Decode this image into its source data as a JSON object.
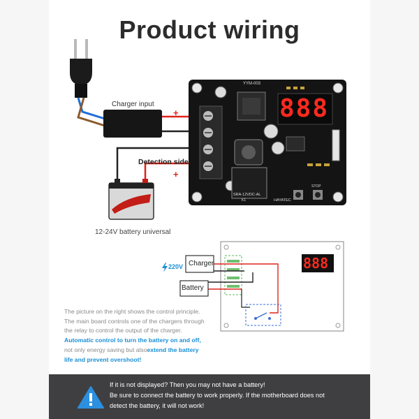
{
  "title": "Product wiring",
  "labels": {
    "charger_input": "Charger input",
    "detection_side": "Detection side",
    "battery_universal": "12-24V battery universal",
    "voltage": "220V",
    "charger_box": "Charger",
    "battery_box": "Battery",
    "plus": "+",
    "minus": "−"
  },
  "board": {
    "model": "YYM-003",
    "display_value": "888",
    "relay_text": "SRA-12VDC-AL",
    "brand": "HAYATEC",
    "relay_small": "K1",
    "button_label": "STOP"
  },
  "description": {
    "line1": "The picture on the right shows the control principle.",
    "line2": "The main board controls one of the chargers through",
    "line3": "the relay to control the output of the charger.",
    "highlight1": "Automatic control to turn the battery on and off,",
    "normal2": "not only energy saving but also",
    "highlight2": "extend the battery",
    "highlight3": "life and prevent overshoot!"
  },
  "warning": {
    "line1": "If it is not displayed? Then you may not have a battery!",
    "line2": "Be sure to connect the battery to work properly. If the motherboard does not",
    "line3": "detect the battery, it will not work!",
    "icon": "warning-triangle-icon"
  },
  "colors": {
    "red_wire": "#e0241b",
    "black_wire": "#222222",
    "blue_wire": "#1f6fd6",
    "brown_wire": "#8b5a2b",
    "board": "#141414",
    "display_red": "#ff2a1f",
    "accent_blue": "#1a8fd6",
    "warning_bg": "#3f3f41"
  }
}
